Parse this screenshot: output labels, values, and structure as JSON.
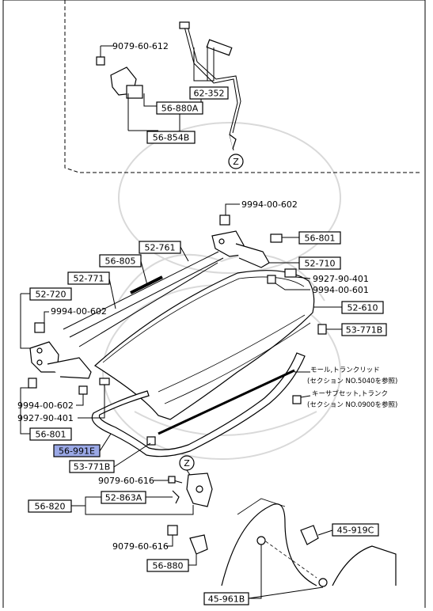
{
  "labels": {
    "pn_9079_60_612": "9079-60-612",
    "pn_62_352": "62-352",
    "pn_56_880A": "56-880A",
    "pn_56_854B": "56-854B",
    "ref_z_top": "Z",
    "pn_9994_00_602_top": "9994-00-602",
    "pn_56_801_top": "56-801",
    "pn_52_761": "52-761",
    "pn_56_805": "56-805",
    "pn_52_710": "52-710",
    "pn_52_771": "52-771",
    "pn_9927_90_401_right": "9927-90-401",
    "pn_52_720": "52-720",
    "pn_9994_00_601": "9994-00-601",
    "pn_9994_00_602_left": "9994-00-602",
    "pn_52_610": "52-610",
    "pn_53_771B_right": "53-771B",
    "note_mall_line1": "モール,トランクリッド",
    "note_mall_line2": "(セクション NO.5040を参照)",
    "note_keysub_line1": "キーサブセット,トランク",
    "note_keysub_line2": "(セクション NO.0900を参照)",
    "pn_9994_00_602_lower": "9994-00-602",
    "pn_9927_90_401_lower": "9927-90-401",
    "pn_56_801_lower": "56-801",
    "pn_56_991E": "56-991E",
    "pn_53_771B_lower": "53-771B",
    "ref_z_bottom": "Z",
    "pn_9079_60_616_top": "9079-60-616",
    "pn_52_863A": "52-863A",
    "pn_56_820": "56-820",
    "pn_45_919C": "45-919C",
    "pn_9079_60_616_bottom": "9079-60-616",
    "pn_56_880": "56-880",
    "pn_45_961B": "45-961B"
  },
  "colors": {
    "highlight": "#9aa8e6",
    "line": "#000000",
    "watermark": "#d9d9d9"
  }
}
